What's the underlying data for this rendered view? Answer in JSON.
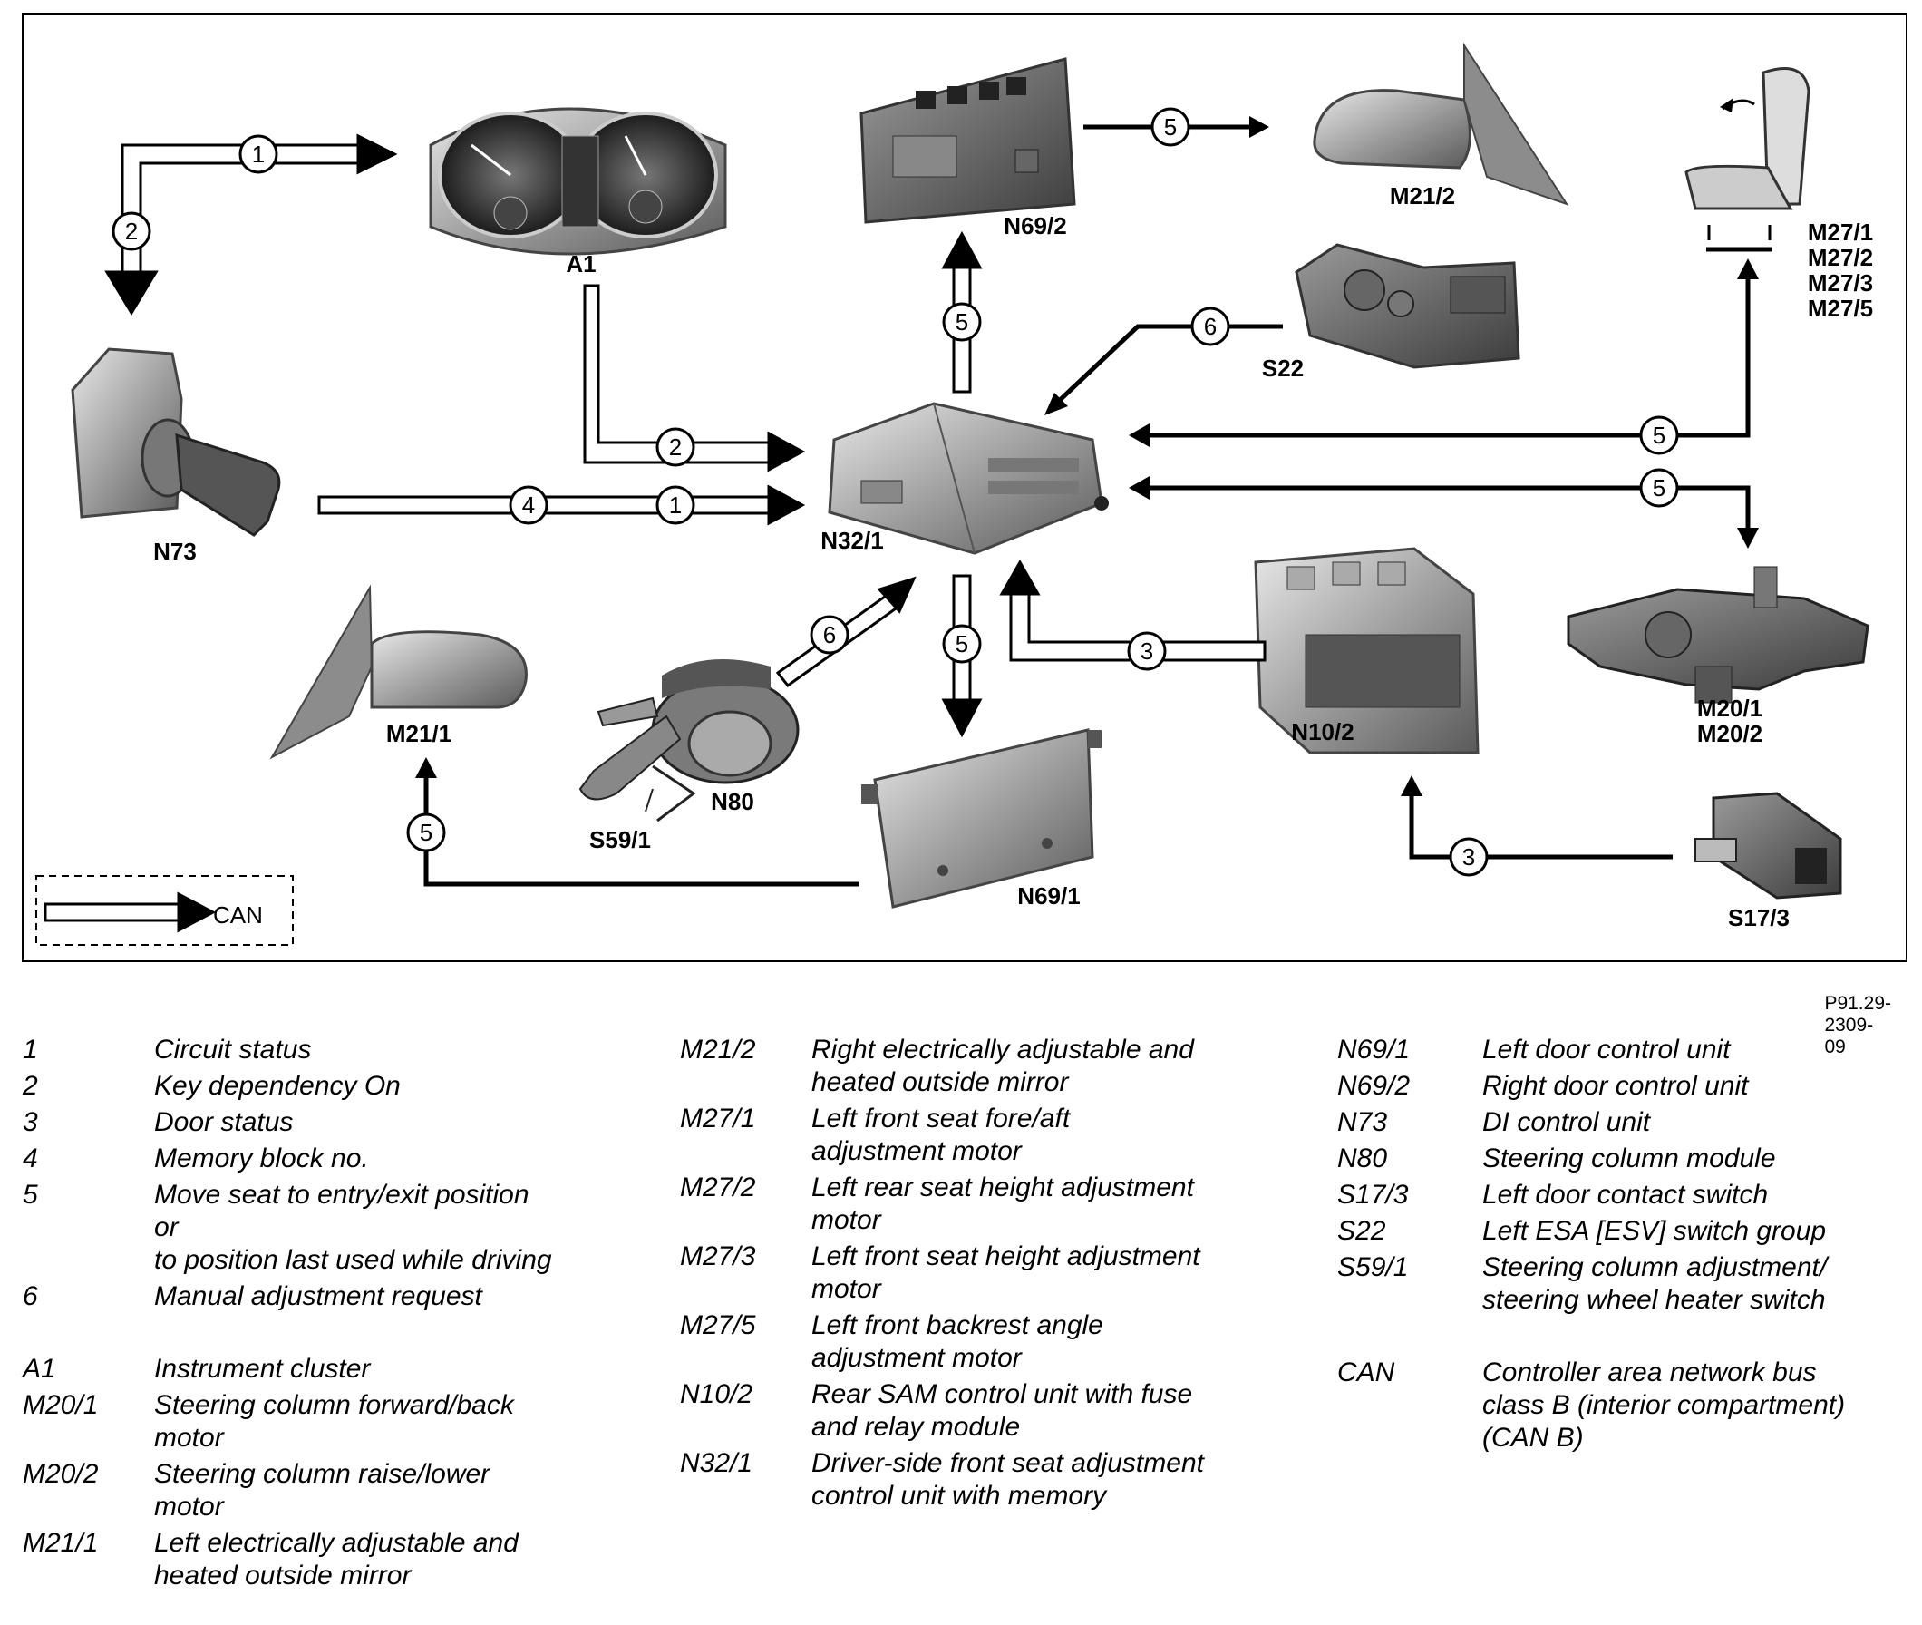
{
  "components": {
    "A1": "A1",
    "N69_2": "N69/2",
    "M21_2": "M21/2",
    "M27": [
      "M27/1",
      "M27/2",
      "M27/3",
      "M27/5"
    ],
    "S22": "S22",
    "N73": "N73",
    "N32_1": "N32/1",
    "M21_1": "M21/1",
    "N80": "N80",
    "S59_1": "S59/1",
    "N69_1": "N69/1",
    "N10_2": "N10/2",
    "M20": [
      "M20/1",
      "M20/2"
    ],
    "S17_3": "S17/3"
  },
  "signal_numbers": {
    "n1": "1",
    "n2": "2",
    "n3": "3",
    "n4": "4",
    "n5": "5",
    "n6": "6"
  },
  "can_key": "CAN",
  "reference": "P91.29-2309-09",
  "legend": {
    "col1": [
      {
        "code": "1",
        "desc": [
          "Circuit status"
        ]
      },
      {
        "code": "2",
        "desc": [
          "Key dependency On"
        ]
      },
      {
        "code": "3",
        "desc": [
          "Door status"
        ]
      },
      {
        "code": "4",
        "desc": [
          "Memory block no."
        ]
      },
      {
        "code": "5",
        "desc": [
          "Move seat to entry/exit position",
          "or",
          "to position last used while driving"
        ]
      },
      {
        "code": "6",
        "desc": [
          "Manual adjustment request"
        ]
      },
      {
        "code": "A1",
        "desc": [
          "Instrument cluster"
        ]
      },
      {
        "code": "M20/1",
        "desc": [
          "Steering column forward/back",
          "motor"
        ]
      },
      {
        "code": "M20/2",
        "desc": [
          "Steering column raise/lower",
          "motor"
        ]
      },
      {
        "code": "M21/1",
        "desc": [
          "Left electrically adjustable and",
          "heated outside mirror"
        ]
      }
    ],
    "col2": [
      {
        "code": "M21/2",
        "desc": [
          "Right electrically adjustable and",
          "heated outside mirror"
        ]
      },
      {
        "code": "M27/1",
        "desc": [
          "Left front seat fore/aft",
          "adjustment motor"
        ]
      },
      {
        "code": "M27/2",
        "desc": [
          "Left rear seat height adjustment",
          "motor"
        ]
      },
      {
        "code": "M27/3",
        "desc": [
          "Left front seat height adjustment",
          "motor"
        ]
      },
      {
        "code": "M27/5",
        "desc": [
          "Left front backrest angle",
          "adjustment motor"
        ]
      },
      {
        "code": "N10/2",
        "desc": [
          "Rear SAM control unit with fuse",
          "and relay module"
        ]
      },
      {
        "code": "N32/1",
        "desc": [
          "Driver-side front seat adjustment",
          "control unit with memory"
        ]
      }
    ],
    "col3": [
      {
        "code": "N69/1",
        "desc": [
          "Left door control unit"
        ]
      },
      {
        "code": "N69/2",
        "desc": [
          "Right door control unit"
        ]
      },
      {
        "code": "N73",
        "desc": [
          "DI control unit"
        ]
      },
      {
        "code": "N80",
        "desc": [
          "Steering column module"
        ]
      },
      {
        "code": "S17/3",
        "desc": [
          "Left door contact switch"
        ]
      },
      {
        "code": "S22",
        "desc": [
          "Left ESA [ESV] switch group"
        ]
      },
      {
        "code": "S59/1",
        "desc": [
          "Steering column adjustment/",
          "steering wheel heater switch"
        ]
      },
      {
        "code": "CAN",
        "desc": [
          "Controller area network bus",
          "class B (interior compartment)",
          "(CAN B)"
        ]
      }
    ]
  }
}
